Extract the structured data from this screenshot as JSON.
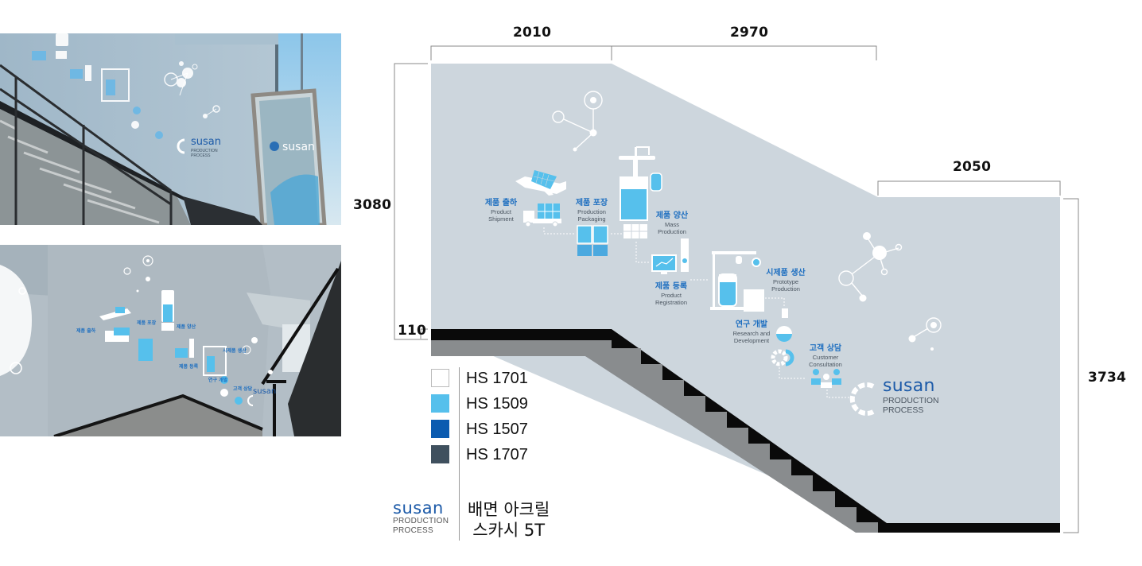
{
  "photos": [
    {
      "name": "installation-photo-stairwell-door",
      "description": "Stairwell with installed production process wall graphic and glass door"
    },
    {
      "name": "installation-photo-stairwell-landing",
      "description": "Stairwell landing with full wall graphic"
    }
  ],
  "photo_texts": {
    "door_logo": "susan",
    "logo_word": "susan",
    "logo_sub1": "PRODUCTION",
    "logo_sub2": "PROCESS"
  },
  "dimensions": {
    "top_left_width": "2010",
    "top_middle_width": "2970",
    "right_top_width": "2050",
    "left_height": "3080",
    "baseboard_height": "110",
    "right_height": "3734"
  },
  "process_steps": [
    {
      "ko": "제품 출하",
      "en1": "Product",
      "en2": "Shipment"
    },
    {
      "ko": "제품 포장",
      "en1": "Production",
      "en2": "Packaging"
    },
    {
      "ko": "제품 양산",
      "en1": "Mass",
      "en2": "Production"
    },
    {
      "ko": "제품 등록",
      "en1": "Product",
      "en2": "Registration"
    },
    {
      "ko": "시제품 생산",
      "en1": "Prototype",
      "en2": "Production"
    },
    {
      "ko": "연구 개발",
      "en1": "Research and",
      "en2": "Development"
    },
    {
      "ko": "고객 상담",
      "en1": "Customer",
      "en2": "Consultation"
    }
  ],
  "brand": {
    "word": "susan",
    "sub1": "PRODUCTION",
    "sub2": "PROCESS"
  },
  "legend": {
    "items": [
      {
        "code": "HS 1701",
        "color": "#ffffff"
      },
      {
        "code": "HS 1509",
        "color": "#56c0ec"
      },
      {
        "code": "HS 1507",
        "color": "#0b5bb0"
      },
      {
        "code": "HS 1707",
        "color": "#3f505e"
      }
    ],
    "material_line1": "배면 아크릴",
    "material_line2": "스카시 5T"
  },
  "colors": {
    "wall": "#cdd6dd",
    "stair_black": "#0a0a0a",
    "stair_gray": "#898c8e",
    "accent_blue": "#1e6fc0",
    "light_blue": "#56c0ec",
    "brand_blue": "#1c5aa8"
  }
}
